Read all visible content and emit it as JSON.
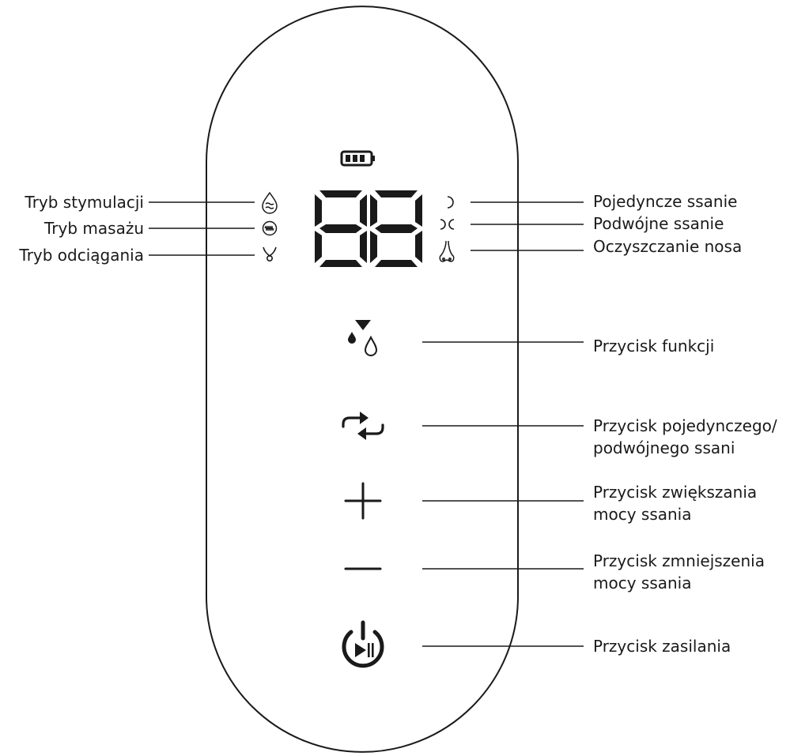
{
  "labels_left": {
    "stimulation_mode": "Tryb stymulacji",
    "massage_mode": "Tryb masażu",
    "expression_mode": "Tryb odciągania"
  },
  "labels_right": {
    "single_suction": "Pojedyncze ssanie",
    "double_suction": "Podwójne ssanie",
    "nose_cleaning": "Oczyszczanie nosa",
    "function_button": "Przycisk funkcji",
    "single_double_button_line1": "Przycisk pojedynczego/",
    "single_double_button_line2": "podwójnego ssani",
    "increase_button_line1": "Przycisk zwiększania",
    "increase_button_line2": "mocy ssania",
    "decrease_button_line1": "Przycisk zmniejszenia",
    "decrease_button_line2": "mocy ssania",
    "power_button": "Przycisk zasilania"
  },
  "display": {
    "digits": "88",
    "battery_icon": "battery-icon"
  },
  "icons": {
    "stimulation": "droplet-wave-icon",
    "massage": "massage-wave-icon",
    "expression": "nipple-icon",
    "single_suction": "single-arc-icon",
    "double_suction": "double-arc-icon",
    "nose_cleaning": "nose-icon",
    "function": "drops-icon",
    "toggle": "repeat-icon",
    "plus": "plus-icon",
    "minus": "minus-icon",
    "power": "power-play-pause-icon"
  },
  "colors": {
    "stroke": "#1a1a1a",
    "background": "#ffffff"
  }
}
